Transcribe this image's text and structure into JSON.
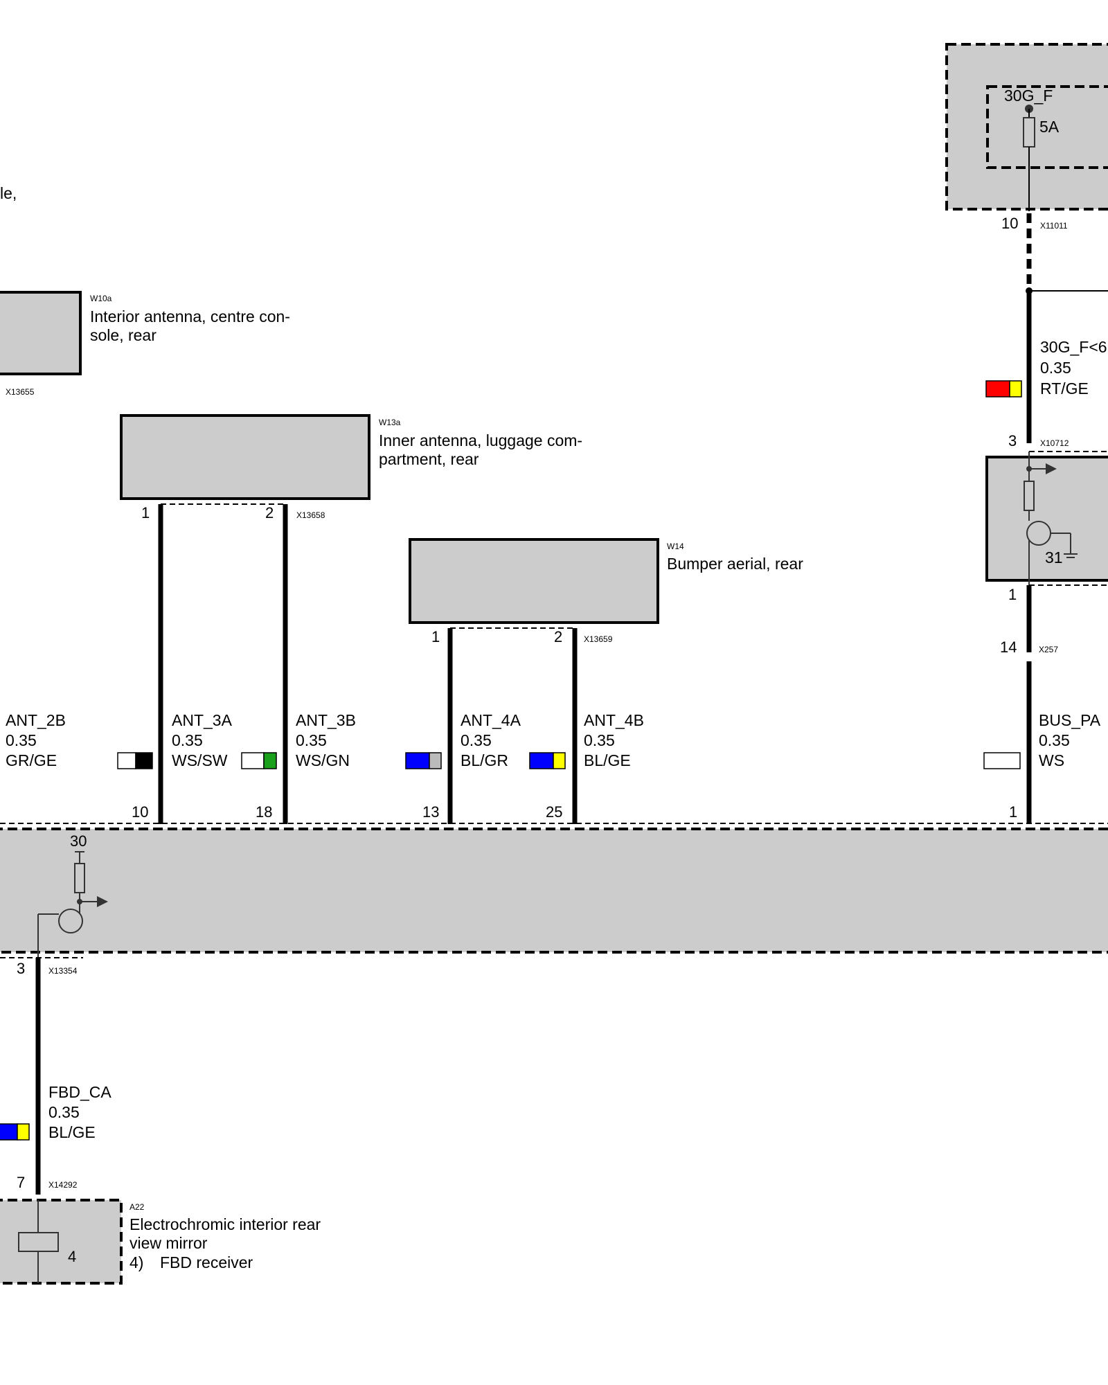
{
  "components": {
    "partial": {
      "text": "le,"
    },
    "w10a": {
      "ref": "W10a",
      "line1": "Interior antenna, centre con-",
      "line2": "sole, rear",
      "connector": "X13655"
    },
    "w13a": {
      "ref": "W13a",
      "line1": "Inner antenna, luggage com-",
      "line2": "partment, rear",
      "connector": "X13658",
      "pin_left": "1",
      "pin_right": "2"
    },
    "w14": {
      "ref": "W14",
      "line1": "Bumper aerial, rear",
      "connector": "X13659",
      "pin_left": "1",
      "pin_right": "2"
    },
    "fuse_box": {
      "fuse_label": "30G_F",
      "rating": "5A",
      "pin": "10",
      "connector": "X11011"
    },
    "relay": {
      "pin_top": "3",
      "connector_top": "X10712",
      "ground_pin": "31",
      "pin_bottom": "1"
    },
    "x257": {
      "pin": "14",
      "connector": "X257"
    },
    "control_unit": {
      "supply_pin": "30",
      "pin_bottom": "3",
      "connector_bottom": "X13354"
    },
    "a22": {
      "pin": "7",
      "connector": "X14292",
      "ref": "A22",
      "line1": "Electrochromic interior rear",
      "line2": "view mirror",
      "note_num": "4)",
      "note_text": "FBD receiver",
      "inner_label": "4"
    }
  },
  "wires": [
    {
      "id": "ant2b",
      "signal": "ANT_2B",
      "size": "0.35",
      "color": "GR/GE",
      "colors": [
        "#ffffff",
        "#000000"
      ]
    },
    {
      "id": "ant3a",
      "signal": "ANT_3A",
      "size": "0.35",
      "color": "WS/SW",
      "pin": "10",
      "colors": [
        "#ffffff",
        "#000000"
      ]
    },
    {
      "id": "ant3b",
      "signal": "ANT_3B",
      "size": "0.35",
      "color": "WS/GN",
      "pin": "18",
      "colors": [
        "#ffffff",
        "#1aa01a"
      ]
    },
    {
      "id": "ant4a",
      "signal": "ANT_4A",
      "size": "0.35",
      "color": "BL/GR",
      "pin": "13",
      "colors": [
        "#0000ff",
        "#bbbbbb"
      ]
    },
    {
      "id": "ant4b",
      "signal": "ANT_4B",
      "size": "0.35",
      "color": "BL/GE",
      "pin": "25",
      "colors": [
        "#0000ff",
        "#ffff00"
      ]
    },
    {
      "id": "bus_pa",
      "signal": "BUS_PA",
      "size": "0.35",
      "color": "WS",
      "pin": "1",
      "colors": [
        "#ffffff"
      ]
    },
    {
      "id": "g30f",
      "signal": "30G_F<6",
      "size": "0.35",
      "color": "RT/GE",
      "colors": [
        "#ff0000",
        "#ffff00"
      ]
    },
    {
      "id": "fbd_ca",
      "signal": "FBD_CA",
      "size": "0.35",
      "color": "BL/GE",
      "colors": [
        "#0000ff",
        "#ffff00"
      ]
    }
  ]
}
